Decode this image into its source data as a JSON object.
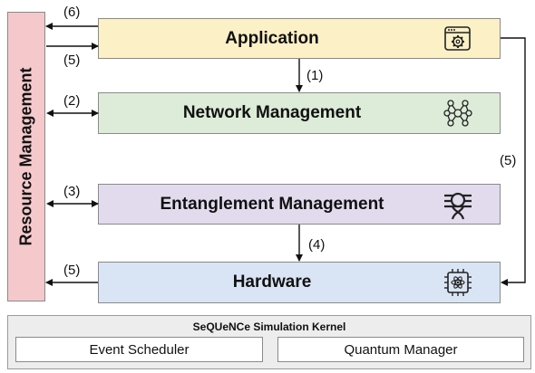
{
  "resource_management": "Resource Management",
  "layers": {
    "application": "Application",
    "network_management": "Network Management",
    "entanglement_management": "Entanglement Management",
    "hardware": "Hardware"
  },
  "kernel": {
    "title": "SeQUeNCe Simulation Kernel",
    "event_scheduler": "Event Scheduler",
    "quantum_manager": "Quantum Manager"
  },
  "edge_labels": {
    "e6": "(6)",
    "e5_app": "(5)",
    "e1": "(1)",
    "e2": "(2)",
    "e3": "(3)",
    "e4": "(4)",
    "e5_hw": "(5)",
    "e5_right": "(5)"
  },
  "colors": {
    "resource": "#f5c9cc",
    "application": "#fcf0c6",
    "network": "#ddecd8",
    "entanglement": "#e2dbee",
    "hardware": "#d9e5f4",
    "kernel": "#ededed"
  }
}
